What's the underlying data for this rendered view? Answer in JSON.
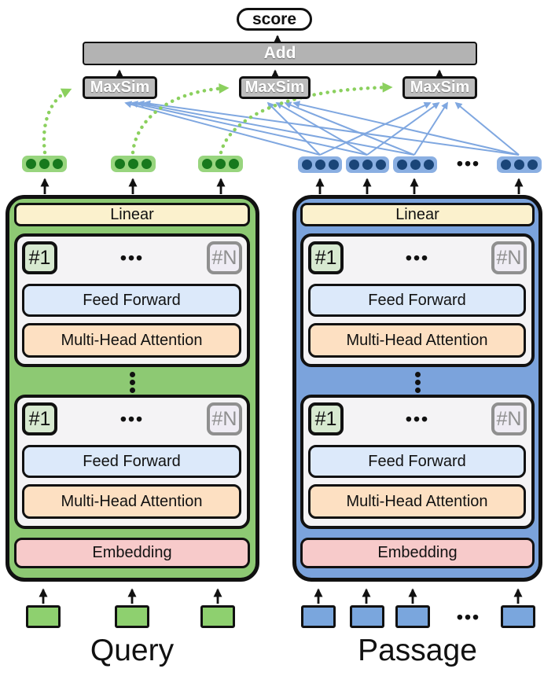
{
  "palette": {
    "query_green": "#8dc973",
    "query_pill_green": "#98d57e",
    "query_dot_green": "#17791d",
    "query_token_green": "#8ed06f",
    "passage_blue": "#7ba3dc",
    "passage_pill_blue": "#8aafe2",
    "passage_dot_blue": "#1a4578",
    "passage_token_blue": "#7aa6dd",
    "add_bar_gray": "#b3b3b3",
    "maxsim_gray": "#bcbcbc",
    "linear_cream": "#fbf1cd",
    "feed_forward_blue": "#dce9fa",
    "attention_peach": "#fde0c2",
    "embedding_pink": "#f7caca",
    "layer_box_bg": "#f4f3f5",
    "badge_first_bg": "#d7e9d0",
    "badge_last_bg": "#efecf4",
    "badge_last_gray": "#8f8f8f",
    "wire_blue": "#7fa7e0",
    "wire_green_dotted": "#8bd05e",
    "wire_black": "#111111"
  },
  "output": {
    "score": "score",
    "add": "Add",
    "maxsim": [
      "MaxSim",
      "MaxSim",
      "MaxSim"
    ]
  },
  "embeddings": {
    "passage_ellipsis": "•••"
  },
  "inputs": {
    "passage_ellipsis": "•••"
  },
  "query_encoder": {
    "label": "Query",
    "linear": "Linear",
    "embedding": "Embedding",
    "blocks": [
      {
        "first": "#1",
        "ellipsis": "•••",
        "last": "#N",
        "feed_forward": "Feed Forward",
        "attention": "Multi-Head Attention"
      },
      {
        "first": "#1",
        "ellipsis": "•••",
        "last": "#N",
        "feed_forward": "Feed Forward",
        "attention": "Multi-Head Attention"
      }
    ]
  },
  "passage_encoder": {
    "label": "Passage",
    "linear": "Linear",
    "embedding": "Embedding",
    "blocks": [
      {
        "first": "#1",
        "ellipsis": "•••",
        "last": "#N",
        "feed_forward": "Feed Forward",
        "attention": "Multi-Head Attention"
      },
      {
        "first": "#1",
        "ellipsis": "•••",
        "last": "#N",
        "feed_forward": "Feed Forward",
        "attention": "Multi-Head Attention"
      }
    ]
  }
}
